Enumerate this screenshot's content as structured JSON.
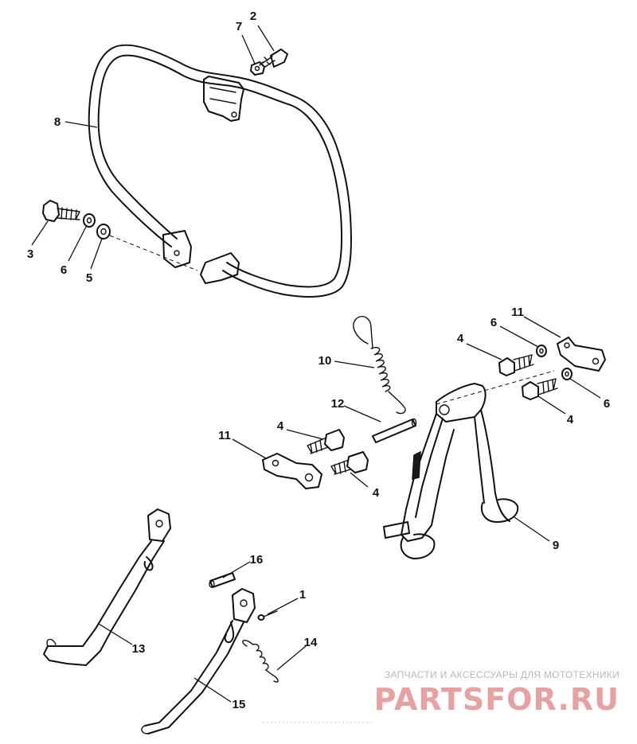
{
  "diagram": {
    "callouts": [
      {
        "id": "c2",
        "label": "2"
      },
      {
        "id": "c7",
        "label": "7"
      },
      {
        "id": "c8",
        "label": "8"
      },
      {
        "id": "c3",
        "label": "3"
      },
      {
        "id": "c6a",
        "label": "6"
      },
      {
        "id": "c5",
        "label": "5"
      },
      {
        "id": "c10",
        "label": "10"
      },
      {
        "id": "c4a",
        "label": "4"
      },
      {
        "id": "c6b",
        "label": "6"
      },
      {
        "id": "c11a",
        "label": "11"
      },
      {
        "id": "c6c",
        "label": "6"
      },
      {
        "id": "c4b",
        "label": "4"
      },
      {
        "id": "c12",
        "label": "12"
      },
      {
        "id": "c4c",
        "label": "4"
      },
      {
        "id": "c11b",
        "label": "11"
      },
      {
        "id": "c4d",
        "label": "4"
      },
      {
        "id": "c9",
        "label": "9"
      },
      {
        "id": "c16",
        "label": "16"
      },
      {
        "id": "c1",
        "label": "1"
      },
      {
        "id": "c13",
        "label": "13"
      },
      {
        "id": "c14",
        "label": "14"
      },
      {
        "id": "c15",
        "label": "15"
      }
    ]
  },
  "watermark": {
    "caption": "ЗАПЧАСТИ И АКСЕССУАРЫ ДЛЯ МОТОТЕХНИКИ",
    "brand_left": "PARTS",
    "brand_right": "FOR.RU",
    "color_primary": "#e8a0a0",
    "color_dark": "#c9c9c9"
  }
}
